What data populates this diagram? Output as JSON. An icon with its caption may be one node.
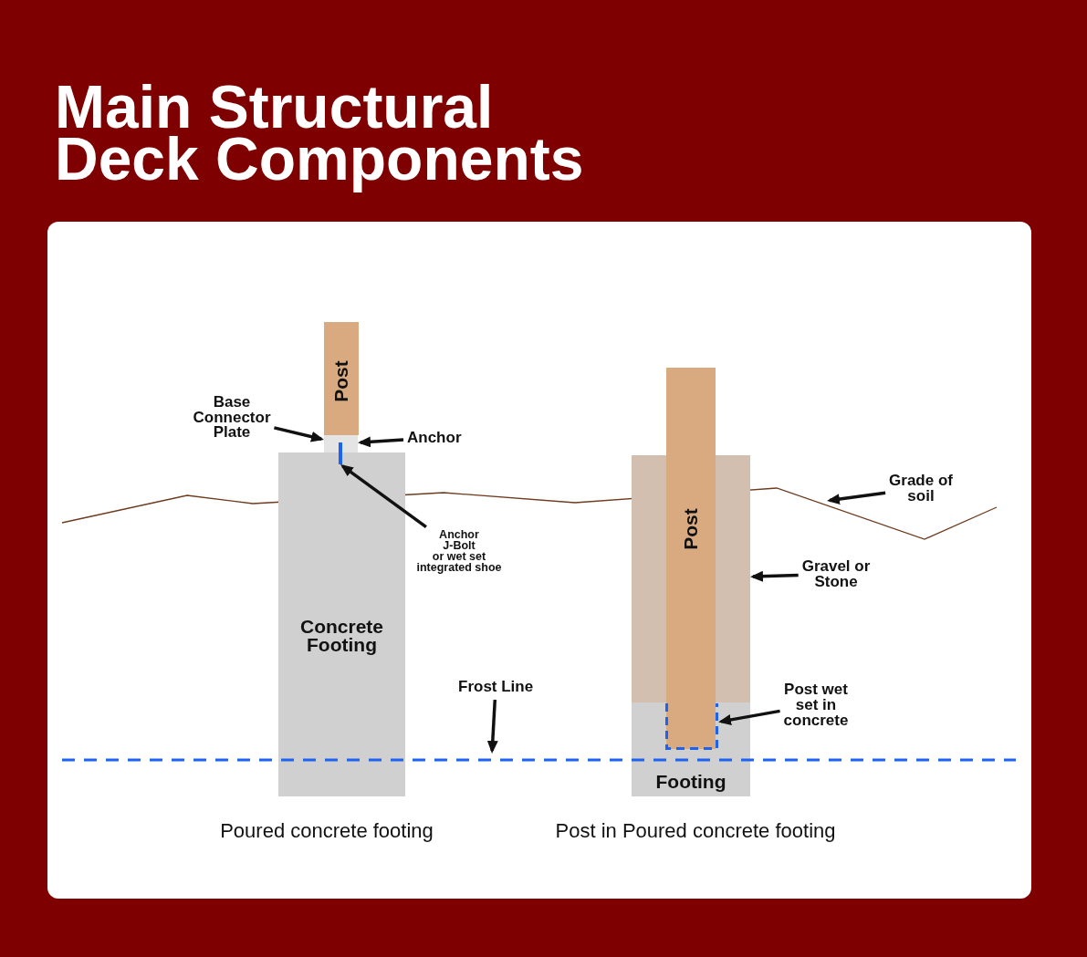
{
  "diagram": {
    "title": "Main Structural Deck Components",
    "nodes": [
      {
        "text": [
          "Post"
        ]
      },
      {
        "text": [],
        "shape": "box"
      },
      {
        "text": [
          "Concrete Footing"
        ]
      },
      {
        "text": [],
        "shape": "bar"
      },
      {
        "text": [
          "Base Connector Plate"
        ]
      },
      {
        "text": [
          "Anchor"
        ]
      },
      {
        "text": [
          "Anchor J-Bolt or wet set integrated shoe"
        ]
      },
      {
        "text": [
          "Post"
        ]
      },
      {
        "text": [],
        "shape": "box"
      },
      {
        "text": [
          "Footing"
        ]
      },
      {
        "text": [],
        "shape": "box"
      },
      {
        "text": [
          "Grade of soil"
        ]
      },
      {
        "text": [],
        "shape": "line"
      },
      {
        "text": [
          "Gravel or Stone"
        ]
      },
      {
        "text": [
          "Post wet set in concrete"
        ]
      },
      {
        "text": [
          "Frost Line"
        ]
      },
      {
        "text": [],
        "shape": "line"
      }
    ],
    "edges": [
      {
        "from": 4,
        "to": 1,
        "arrow": "to"
      },
      {
        "from": 5,
        "to": 1,
        "arrow": "to"
      },
      {
        "from": 6,
        "to": 3,
        "arrow": "to"
      },
      {
        "from": 11,
        "to": 12,
        "arrow": "to"
      },
      {
        "from": 13,
        "to": 8,
        "arrow": "to"
      },
      {
        "from": 14,
        "to": 10,
        "arrow": "to"
      },
      {
        "from": 15,
        "to": 16,
        "arrow": "to"
      }
    ],
    "labels": [
      "Poured concrete footing",
      "Post in Poured concrete footing"
    ]
  }
}
